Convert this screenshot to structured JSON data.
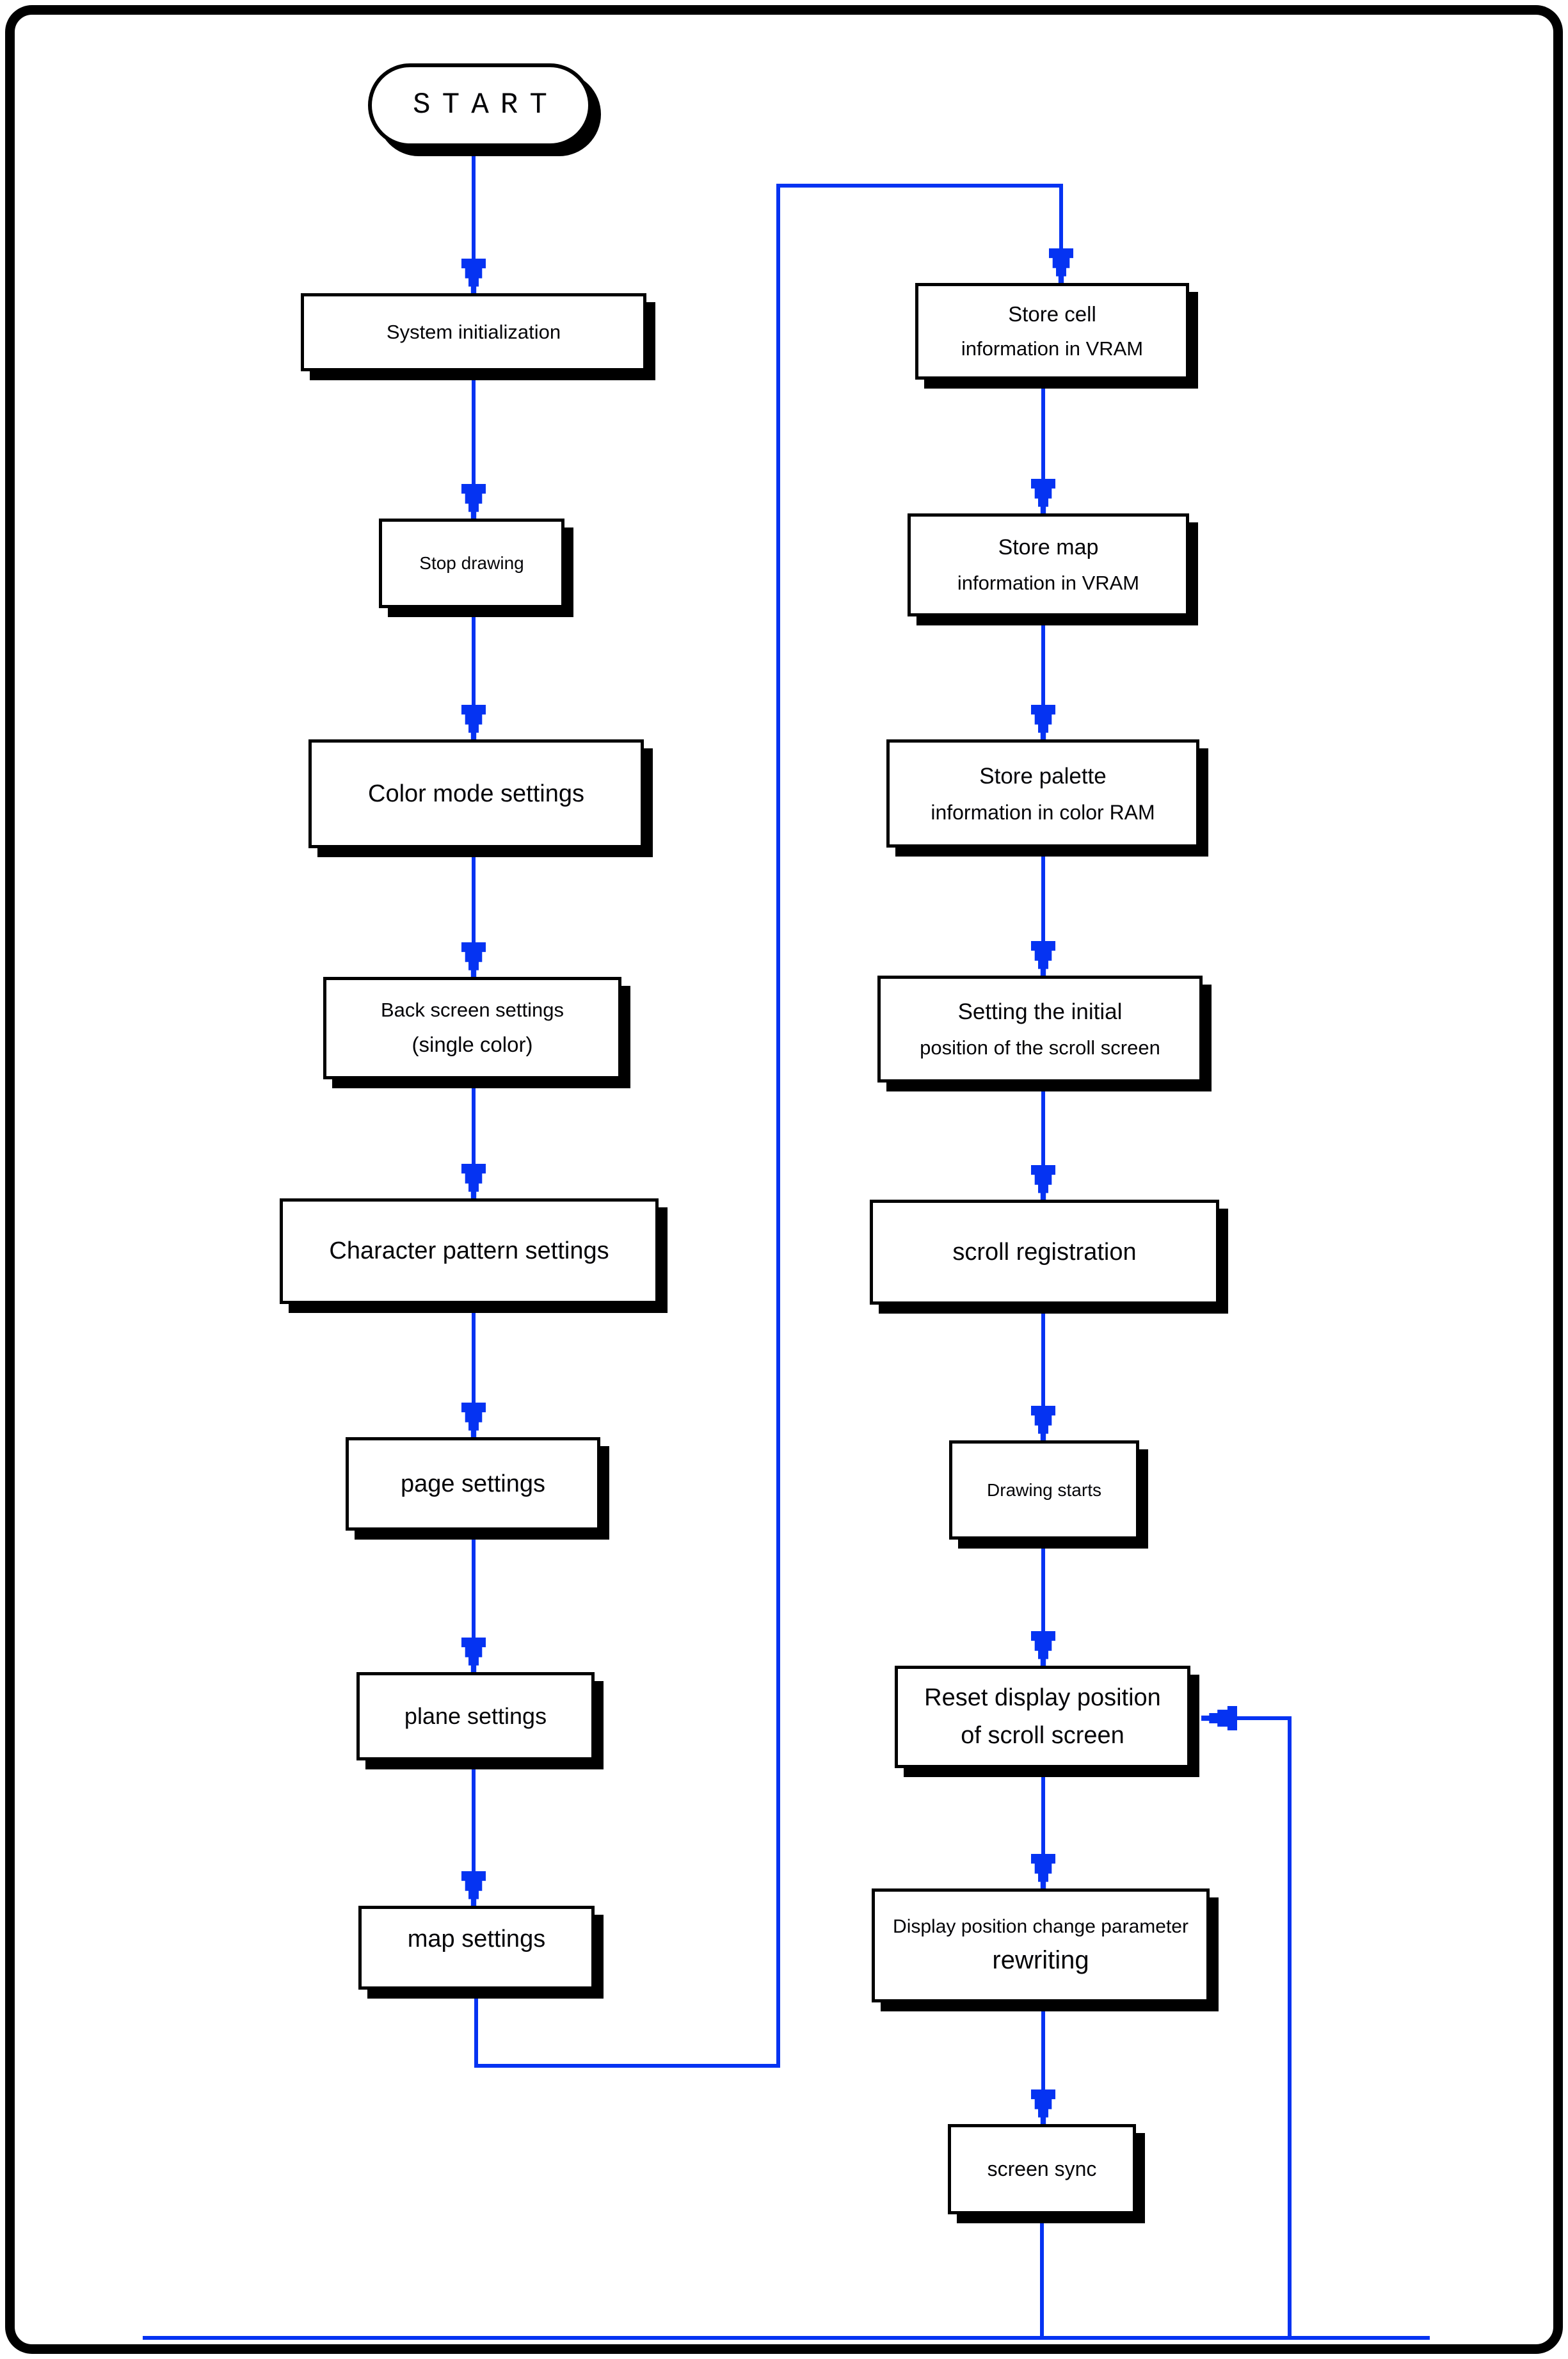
{
  "diagram": {
    "title_hint": "flowchart",
    "start": {
      "label": "START"
    },
    "left_nodes": [
      {
        "id": "system-initialization",
        "label": "System initialization"
      },
      {
        "id": "stop-drawing",
        "label": "Stop drawing"
      },
      {
        "id": "color-mode-settings",
        "label": "Color mode settings"
      },
      {
        "id": "back-screen-settings",
        "label": "Back screen settings",
        "label2": "(single color)"
      },
      {
        "id": "character-pattern-settings",
        "label": "Character pattern settings"
      },
      {
        "id": "page-settings",
        "label": "page settings"
      },
      {
        "id": "plane-settings",
        "label": "plane settings"
      },
      {
        "id": "map-settings",
        "label": "map settings"
      }
    ],
    "right_nodes": [
      {
        "id": "store-cell-vram",
        "label": "Store cell",
        "label2": "information in VRAM"
      },
      {
        "id": "store-map-vram",
        "label": "Store map",
        "label2": "information in VRAM"
      },
      {
        "id": "store-palette-color-ram",
        "label": "Store palette",
        "label2": "information in color RAM"
      },
      {
        "id": "setting-initial-scroll-position",
        "label": "Setting the initial",
        "label2": "position of the scroll screen"
      },
      {
        "id": "scroll-registration",
        "label": "scroll registration"
      },
      {
        "id": "drawing-starts",
        "label": "Drawing starts"
      },
      {
        "id": "reset-display-position",
        "label": "Reset display position",
        "label2": "of scroll screen"
      },
      {
        "id": "display-position-change-parameter",
        "label": "Display position change parameter",
        "label2": "rewriting"
      },
      {
        "id": "screen-sync",
        "label": "screen sync"
      }
    ],
    "edges": [
      [
        "start",
        "system-initialization"
      ],
      [
        "system-initialization",
        "stop-drawing"
      ],
      [
        "stop-drawing",
        "color-mode-settings"
      ],
      [
        "color-mode-settings",
        "back-screen-settings"
      ],
      [
        "back-screen-settings",
        "character-pattern-settings"
      ],
      [
        "character-pattern-settings",
        "page-settings"
      ],
      [
        "page-settings",
        "plane-settings"
      ],
      [
        "plane-settings",
        "map-settings"
      ],
      [
        "map-settings",
        "store-cell-vram"
      ],
      [
        "store-cell-vram",
        "store-map-vram"
      ],
      [
        "store-map-vram",
        "store-palette-color-ram"
      ],
      [
        "store-palette-color-ram",
        "setting-initial-scroll-position"
      ],
      [
        "setting-initial-scroll-position",
        "scroll-registration"
      ],
      [
        "scroll-registration",
        "drawing-starts"
      ],
      [
        "drawing-starts",
        "reset-display-position"
      ],
      [
        "reset-display-position",
        "display-position-change-parameter"
      ],
      [
        "display-position-change-parameter",
        "screen-sync"
      ],
      [
        "screen-sync",
        "reset-display-position"
      ]
    ],
    "colors": {
      "arrow": "#0533F2",
      "box_border": "#000000",
      "box_shadow": "#000000",
      "frame": "#000000",
      "background": "#FFFFFF",
      "text": "#050508"
    }
  }
}
